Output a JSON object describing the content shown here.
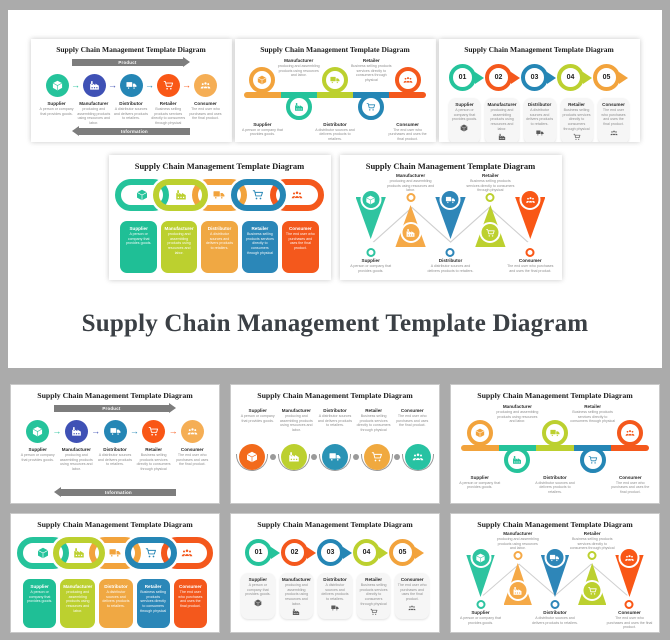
{
  "main_title": "Supply Chain Management Template Diagram",
  "slide_title": "Supply Chain Management Template Diagram",
  "entities": [
    {
      "label": "Supplier",
      "desc": "A person or company that provides goods.",
      "icon": "box"
    },
    {
      "label": "Manufacturer",
      "desc": "producing and assembling products using resources and labor.",
      "icon": "factory"
    },
    {
      "label": "Distributor",
      "desc": "A distributor sources and delivers products to retailers.",
      "icon": "truck"
    },
    {
      "label": "Retailer",
      "desc": "Business selling products services directly to consumers through physical",
      "icon": "cart"
    },
    {
      "label": "Consumer",
      "desc": "The end user who purchases and uses the final product.",
      "icon": "people"
    }
  ],
  "designs": {
    "flow_arrows": {
      "product_label": "Product",
      "information_label": "Information",
      "arrow_bar_color": "#7d7d7d",
      "circle_colors": [
        "#25C39B",
        "#3F51B5",
        "#2586B5",
        "#F95716",
        "#F5AE55"
      ],
      "arrow_colors": [
        "#25C39B",
        "#3F51B5",
        "#2586B5",
        "#F95716"
      ]
    },
    "dots": {
      "circle_colors": [
        "#F26A1B",
        "#BCD02F",
        "#2A93B5",
        "#F0A93F",
        "#27C2A2"
      ],
      "connector_color": "#9a9a9a"
    },
    "ribbon": {
      "circle_colors": [
        "#F2A33C",
        "#25C39B",
        "#BCD02F",
        "#2586B5",
        "#F4581C"
      ],
      "positions": [
        "above",
        "below",
        "above",
        "below",
        "above"
      ]
    },
    "numbered": {
      "numbers": [
        "01",
        "02",
        "03",
        "04",
        "05"
      ],
      "ring_colors": [
        "#25C39B",
        "#F4581C",
        "#2586B5",
        "#BCD02F",
        "#F2A33C"
      ]
    },
    "chain": {
      "link_colors": [
        "#25C39B",
        "#BCD02F",
        "#F2A33C",
        "#2586B5",
        "#F4581C"
      ],
      "box_colors": [
        "#1FBF96",
        "#BCD02F",
        "#F0A843",
        "#2B87B8",
        "#F4581C"
      ]
    },
    "triangles": {
      "colors": [
        "#2EC4A0",
        "#F5A947",
        "#2E86B8",
        "#BCD02F",
        "#F95716"
      ],
      "orientations": [
        "down",
        "up",
        "down",
        "up",
        "down"
      ]
    }
  },
  "layout": {
    "top_row": [
      "flow_arrows",
      "ribbon",
      "numbered"
    ],
    "middle_row": [
      "chain",
      "triangles"
    ],
    "bottom_grid": [
      "flow_arrows",
      "dots",
      "ribbon",
      "chain",
      "numbered",
      "triangles"
    ]
  }
}
